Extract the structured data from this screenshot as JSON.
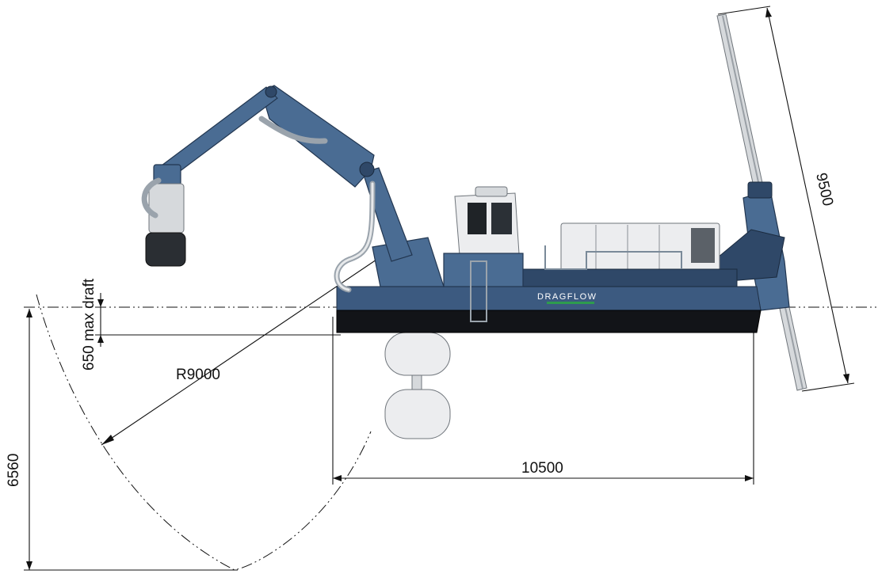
{
  "dimensions": {
    "max_draft": "650 max draft",
    "radius": "R9000",
    "depth": "6560",
    "length": "10500",
    "spud_length": "9500"
  },
  "vessel": {
    "brand_label": "DRAGFLOW"
  },
  "colors": {
    "hull_blue": "#3c5a80",
    "hull_black": "#121418",
    "arm_blue": "#4a6c93",
    "tank_grey": "#d6d9dc"
  }
}
